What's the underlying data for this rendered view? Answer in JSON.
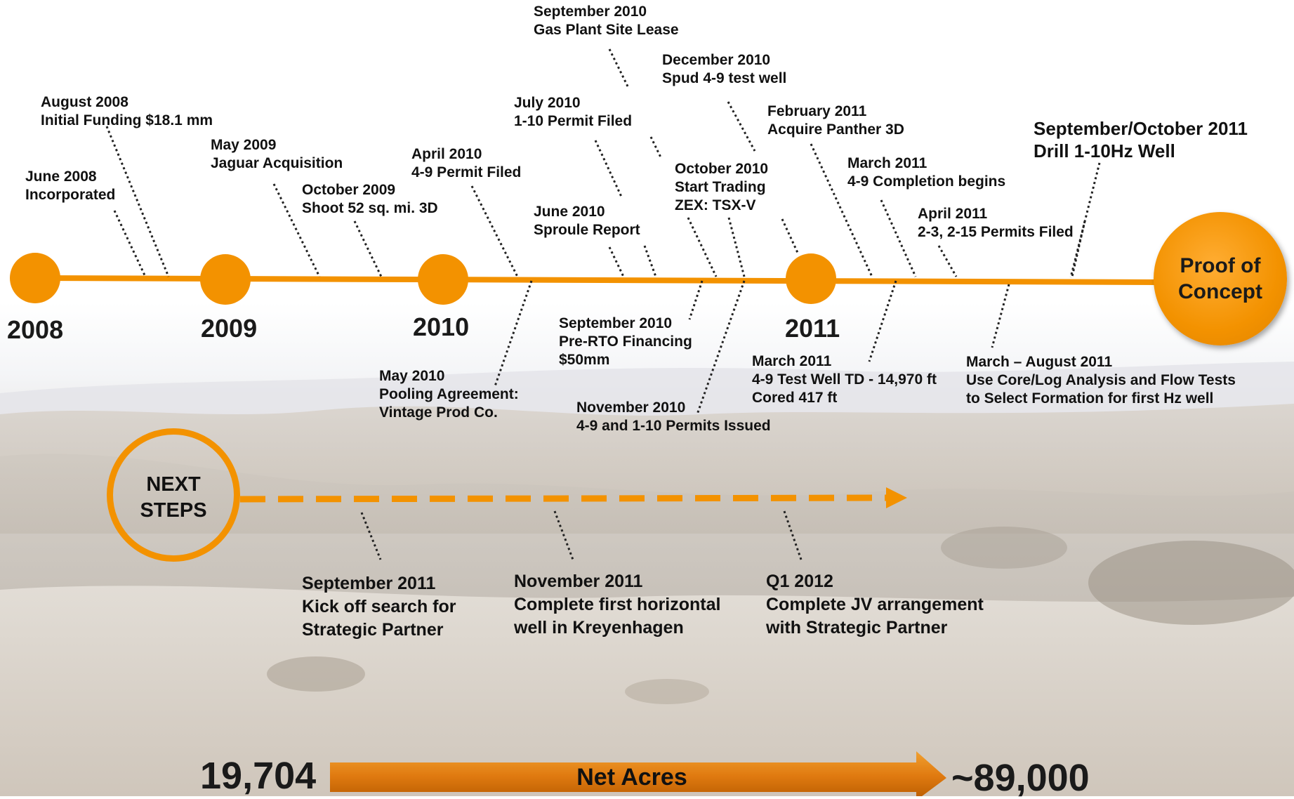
{
  "colors": {
    "accent": "#f39200",
    "text": "#111111"
  },
  "years": [
    "2008",
    "2009",
    "2010",
    "2011"
  ],
  "proof": [
    "Proof of",
    "Concept"
  ],
  "events": {
    "jun2008": [
      "June 2008",
      "Incorporated"
    ],
    "aug2008": [
      "August 2008",
      "Initial Funding $18.1 mm"
    ],
    "may2009": [
      "May 2009",
      "Jaguar Acquisition"
    ],
    "oct2009": [
      "October 2009",
      "Shoot 52 sq. mi. 3D"
    ],
    "apr2010": [
      "April 2010",
      "4-9 Permit Filed"
    ],
    "may2010": [
      "May 2010",
      "Pooling Agreement:",
      "Vintage Prod Co."
    ],
    "jun2010": [
      "June 2010",
      "Sproule Report"
    ],
    "jul2010": [
      "July 2010",
      "1-10 Permit Filed"
    ],
    "sep2010a": [
      "September 2010",
      "Gas Plant Site Lease"
    ],
    "sep2010b": [
      "September 2010",
      "Pre-RTO Financing",
      "$50mm"
    ],
    "oct2010": [
      "October 2010",
      "Start Trading",
      "ZEX:  TSX-V"
    ],
    "nov2010": [
      "November 2010",
      "4-9 and 1-10 Permits Issued"
    ],
    "dec2010": [
      "December 2010",
      "Spud 4-9 test well"
    ],
    "feb2011": [
      "February 2011",
      "Acquire Panther 3D"
    ],
    "mar2011a": [
      "March 2011",
      "4-9 Completion begins"
    ],
    "mar2011b": [
      "March 2011",
      "4-9 Test Well TD - 14,970 ft",
      "Cored 417 ft"
    ],
    "apr2011": [
      "April 2011",
      "2-3, 2-15 Permits Filed"
    ],
    "marAug2011": [
      "March – August 2011",
      "Use Core/Log Analysis and Flow Tests",
      "to Select Formation for first Hz well"
    ],
    "sepOct2011": [
      "September/October 2011",
      "Drill 1-10Hz Well"
    ]
  },
  "next_steps": {
    "label": [
      "NEXT",
      "STEPS"
    ],
    "items": {
      "sep2011": [
        "September 2011",
        "Kick off search for",
        "Strategic Partner"
      ],
      "nov2011": [
        "November 2011",
        "Complete first horizontal",
        "well in Kreyenhagen"
      ],
      "q12012": [
        "Q1 2012",
        "Complete JV arrangement",
        "with Strategic Partner"
      ]
    }
  },
  "acres": {
    "start": "19,704",
    "label": "Net Acres",
    "end": "~89,000"
  }
}
